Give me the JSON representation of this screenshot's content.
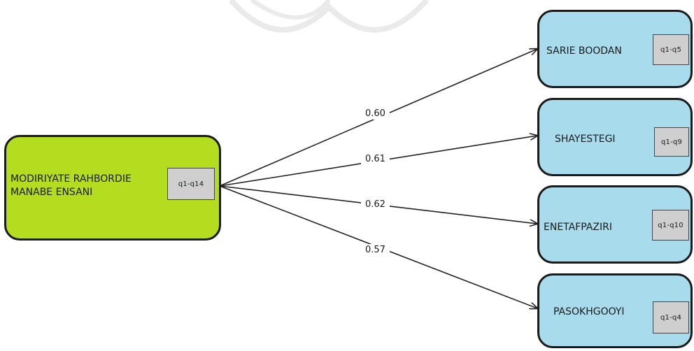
{
  "diagram": {
    "source": {
      "label": "MODIRIYATE RAHBORDIE\nMANABE ENSANI",
      "badge": "q1-q14",
      "color": "#b5dd1f"
    },
    "targets": [
      {
        "id": "t1",
        "label": "SARIE BOODAN",
        "badge": "q1-q5",
        "weight": "0.60"
      },
      {
        "id": "t2",
        "label": "SHAYESTEGI",
        "badge": "q1-q9",
        "weight": "0.61"
      },
      {
        "id": "t3",
        "label": "ENETAFPAZIRI",
        "badge": "q1-q10",
        "weight": "0.62"
      },
      {
        "id": "t4",
        "label": "PASOKHGOOYI",
        "badge": "q1-q4",
        "weight": "0.57"
      }
    ],
    "target_color": "#a8dcec",
    "edge_color": "#222222"
  }
}
